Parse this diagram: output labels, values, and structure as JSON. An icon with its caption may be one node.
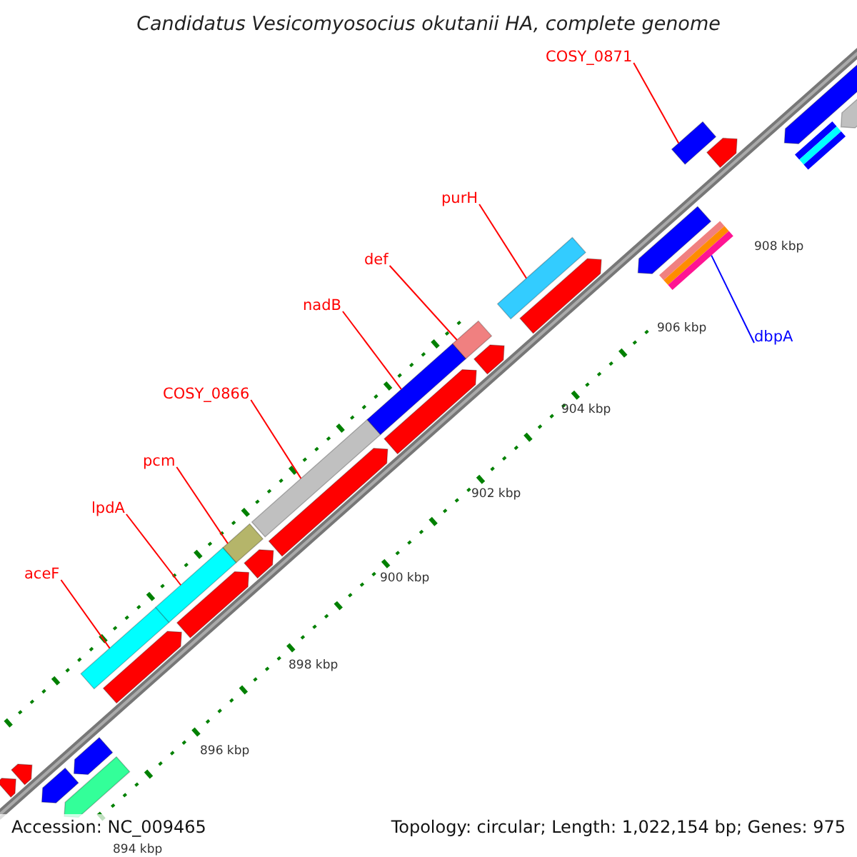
{
  "diagram": {
    "title": "Candidatus Vesicomyosocius okutanii HA, complete genome",
    "nodes": [
      {
        "text": [
          "COSY_0871"
        ]
      },
      {
        "text": [
          "purH"
        ]
      },
      {
        "text": [
          "def"
        ]
      },
      {
        "text": [
          "nadB"
        ]
      },
      {
        "text": [
          "dbpA"
        ]
      },
      {
        "text": [
          "COSY_0866"
        ]
      },
      {
        "text": [
          "pcm"
        ]
      },
      {
        "text": [
          "lpdA"
        ]
      },
      {
        "text": [
          "aceF"
        ]
      },
      {
        "text": [],
        "shape": "arrow"
      },
      {
        "text": [],
        "shape": "arrow"
      },
      {
        "text": [],
        "shape": "arrow"
      },
      {
        "text": [],
        "shape": "arrow"
      },
      {
        "text": [],
        "shape": "arrow"
      },
      {
        "text": [],
        "shape": "bar"
      },
      {
        "text": [],
        "shape": "arrow"
      },
      {
        "text": [],
        "shape": "bar"
      },
      {
        "text": [],
        "shape": "arrow"
      },
      {
        "text": [],
        "shape": "bar"
      },
      {
        "text": [],
        "shape": "arrow"
      },
      {
        "text": [],
        "shape": "bar"
      },
      {
        "text": [],
        "shape": "arrow"
      },
      {
        "text": [],
        "shape": "bar"
      },
      {
        "text": [],
        "shape": "arrow"
      },
      {
        "text": [],
        "shape": "bar"
      },
      {
        "text": [],
        "shape": "arrow"
      },
      {
        "text": [],
        "shape": "bar"
      },
      {
        "text": [],
        "shape": "arrow"
      },
      {
        "text": [],
        "shape": "arrow"
      },
      {
        "text": [],
        "shape": "bar"
      },
      {
        "text": [],
        "shape": "bar"
      },
      {
        "text": [],
        "shape": "arrow"
      },
      {
        "text": [],
        "shape": "arrow"
      },
      {
        "text": [],
        "shape": "bar"
      },
      {
        "text": [],
        "shape": "arrow"
      }
    ],
    "edges": [
      {
        "from": 0,
        "to": 30,
        "arrow": "none"
      },
      {
        "from": 1,
        "to": 26,
        "arrow": "none"
      },
      {
        "from": 2,
        "to": 24,
        "arrow": "none"
      },
      {
        "from": 3,
        "to": 22,
        "arrow": "none"
      },
      {
        "from": 4,
        "to": 29,
        "arrow": "none",
        "color": "#0000ff"
      },
      {
        "from": 5,
        "to": 20,
        "arrow": "none"
      },
      {
        "from": 6,
        "to": 18,
        "arrow": "none"
      },
      {
        "from": 7,
        "to": 16,
        "arrow": "none"
      },
      {
        "from": 8,
        "to": 14,
        "arrow": "none"
      }
    ],
    "labels": [
      "908 kbp",
      "906 kbp",
      "904 kbp",
      "902 kbp",
      "900 kbp",
      "898 kbp",
      "896 kbp",
      "894 kbp",
      "Accession: NC_009465",
      "Topology: circular; Length: 1,022,154 bp; Genes: 975"
    ]
  }
}
